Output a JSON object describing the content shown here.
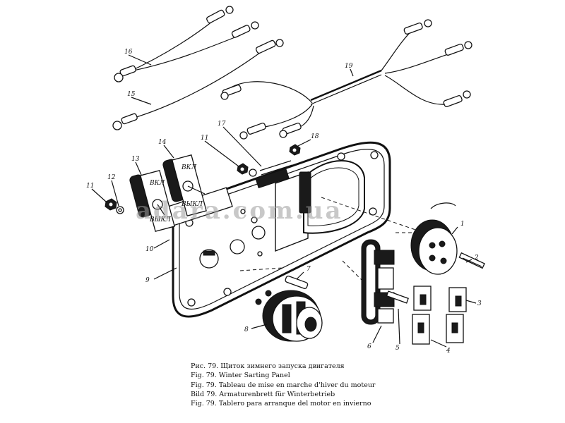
{
  "watermark": "adara.com.ua",
  "part_labels": {
    "p1": "1",
    "p2": "2",
    "p3": "3",
    "p4": "4",
    "p5": "5",
    "p6": "6",
    "p7": "7",
    "p8": "8",
    "p9": "9",
    "p10": "10",
    "p11a": "11",
    "p11b": "11",
    "p12": "12",
    "p13": "13",
    "p14": "14",
    "p15": "15",
    "p16": "16",
    "p17": "17",
    "p18": "18",
    "p19": "19"
  },
  "switch_labels": {
    "on": "ВКЛ",
    "off": "ВЫКЛ"
  },
  "captions": [
    "Рис. 79. Щиток зимнего запуска двигателя",
    "Fig. 79. Winter Sarting Panel",
    "Fig. 79. Tableau de mise en marche d'hiver du moteur",
    "Bild 79. Armaturenbrett für Winterbetrieb",
    "Fig. 79. Tablero para arranque del motor en invierno"
  ]
}
